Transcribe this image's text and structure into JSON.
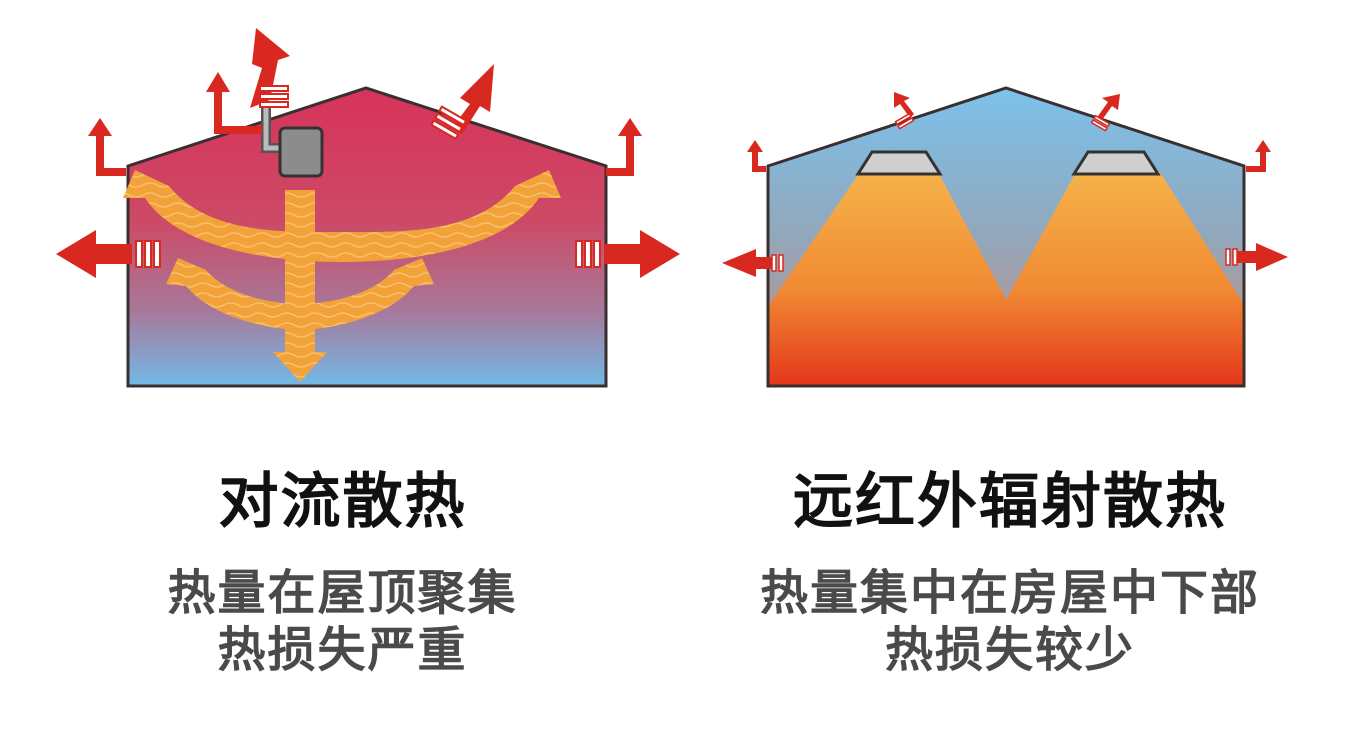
{
  "panels": [
    {
      "title": "对流散热",
      "subtitle_lines": [
        "热量在屋顶聚集",
        "热损失严重"
      ]
    },
    {
      "title": "远红外辐射散热",
      "subtitle_lines": [
        "热量集中在房屋中下部",
        "热损失较少"
      ]
    }
  ],
  "colors": {
    "arrow_red": "#d8281f",
    "left_roof_warm": "#d5355a",
    "left_floor_cool": "#74b8e6",
    "convection_orange": "#f3a23a",
    "right_sky_blue": "#79bfe9",
    "right_heat_orange": "#f29a36",
    "right_heat_red": "#e63b1c",
    "outline": "#3a2f30"
  }
}
